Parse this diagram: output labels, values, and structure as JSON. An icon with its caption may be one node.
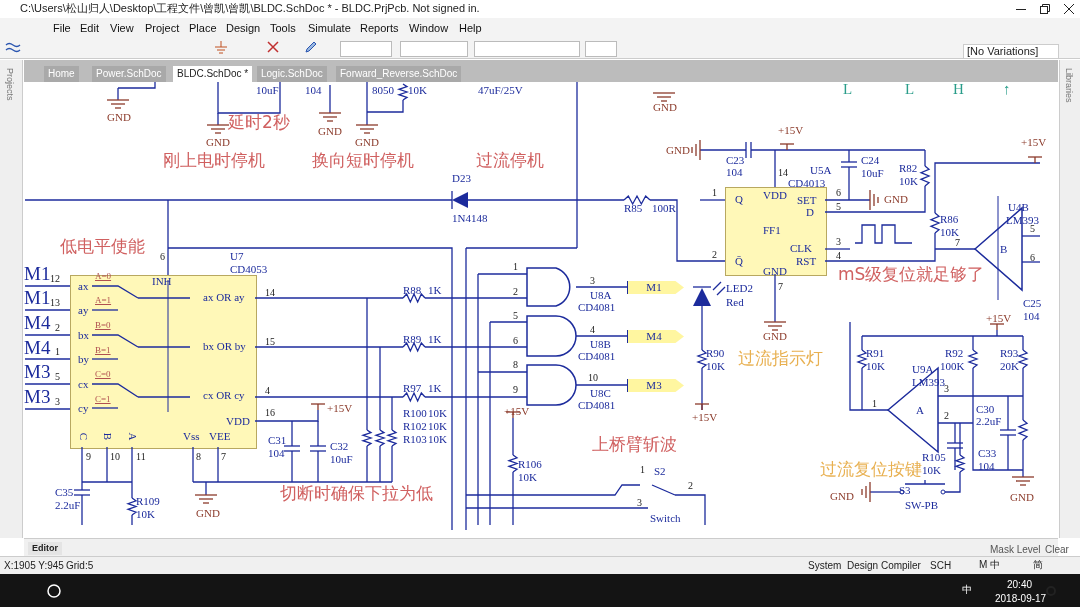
{
  "diagram": {
    "labels": [
      "C:\\Users\\松山归人\\Desktop\\工程文件\\曾凯\\曾凯\\BLDC.SchDoc * - BLDC.PrjPcb. Not signed in.",
      "File",
      "Edit",
      "View",
      "Project",
      "Place",
      "Design",
      "Tools",
      "Simulate",
      "Reports",
      "Window",
      "Help",
      "[No Variations]",
      "Home",
      "Power.SchDoc",
      "BLDC.SchDoc *",
      "Logic.SchDoc",
      "Forward_Reverse.SchDoc",
      "Projects",
      "Libraries",
      "10uF",
      "104",
      "8050",
      "10K",
      "47uF/25V",
      "L",
      "L",
      "H",
      "↑",
      "GND",
      "GND",
      "延时2秒",
      "GND",
      "GND",
      "GND",
      "刚上电时停机",
      "换向短时停机",
      "过流停机",
      "GND",
      "+15V",
      "+15V",
      "C23",
      "104",
      "U5A",
      "CD4013",
      "C24",
      "10uF",
      "R82",
      "10K",
      "D23",
      "14",
      "1",
      "Q",
      "VDD",
      "SET",
      "D",
      "6",
      "5",
      "GND",
      "R85",
      "100R",
      "1N4148",
      "FF1",
      "R86",
      "10K",
      "U4B",
      "LM393",
      "低电平使能",
      "6",
      "U7",
      "CD4053",
      "CLK",
      "3",
      "RST",
      "4",
      "Q̄",
      "2",
      "GND",
      "7",
      "B",
      "5",
      "6",
      "M1",
      "12",
      "ax",
      "A=0",
      "INH",
      "ax OR ay",
      "14",
      "1",
      "3",
      "2",
      "M1",
      "U8A",
      "CD4081",
      "LED2",
      "Red",
      "mS级复位就足够了",
      "M1",
      "13",
      "ay",
      "A=1",
      "R88",
      "1K",
      "M4",
      "2",
      "bx",
      "B=0",
      "5",
      "6",
      "4",
      "M4",
      "U8B",
      "CD4081",
      "bx OR by",
      "15",
      "R89",
      "1K",
      "M4",
      "1",
      "by",
      "B=1",
      "R90",
      "10K",
      "过流指示灯",
      "R91",
      "10K",
      "R92",
      "100K",
      "R93",
      "20K",
      "+15V",
      "U9A",
      "LM393",
      "M3",
      "5",
      "cx",
      "C=0",
      "8",
      "9",
      "10",
      "M3",
      "U8C",
      "CD4081",
      "cx OR cy",
      "4",
      "R97",
      "1K",
      "M3",
      "3",
      "cy",
      "C=1",
      "1",
      "3",
      "A",
      "2",
      "+15V",
      "R100",
      "10K",
      "R102",
      "10K",
      "R103",
      "10K",
      "VDD",
      "16",
      "C",
      "B",
      "A",
      "Vss",
      "VEE",
      "+15V",
      "+15V",
      "C30",
      "2.2uF",
      "C31",
      "104",
      "C32",
      "10uF",
      "上桥臂斩波",
      "9",
      "10",
      "11",
      "8",
      "7",
      "C33",
      "104",
      "R105",
      "10K",
      "R106",
      "10K",
      "1",
      "S2",
      "2",
      "过流复位按键",
      "C35",
      "2.2uF",
      "R109",
      "10K",
      "GND",
      "切断时确保下拉为低",
      "GND",
      "S3",
      "SW-PB",
      "GND",
      "3",
      "Switch",
      "C25",
      "104",
      "GND",
      "7",
      "Editor",
      "Mask Level",
      "Clear",
      "X:1905 Y:945",
      "Grid:5",
      "System",
      "Design Compiler",
      "SCH",
      "M",
      "中",
      "简",
      "中",
      "20:40",
      "2018-09-17"
    ]
  }
}
